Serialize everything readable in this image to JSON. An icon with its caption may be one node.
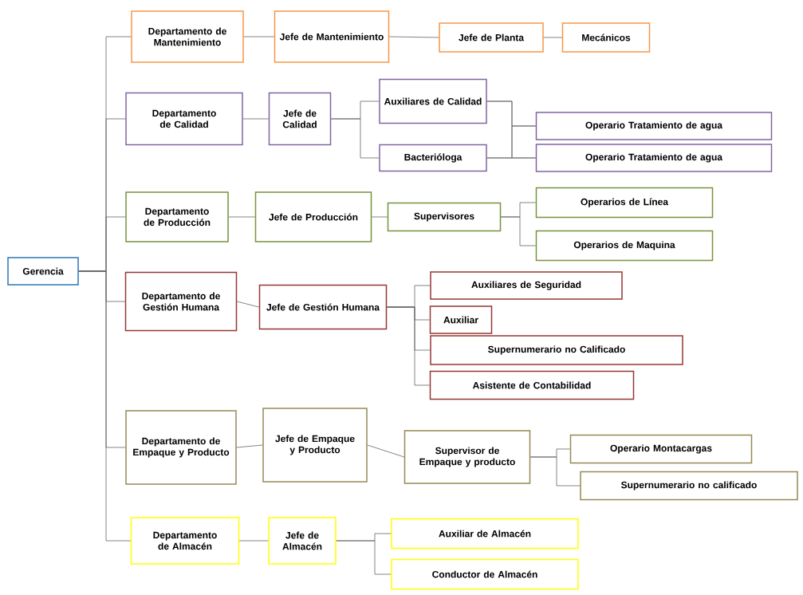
{
  "diagram": {
    "nodes": [
      {
        "text": [
          "Gerencia"
        ]
      },
      {
        "text": [
          "Departamento de Mantenimiento"
        ]
      },
      {
        "text": [
          "Jefe de Mantenimiento"
        ]
      },
      {
        "text": [
          "Jefe de Planta"
        ]
      },
      {
        "text": [
          "Mecánicos"
        ]
      },
      {
        "text": [
          "Departamento de Calidad"
        ]
      },
      {
        "text": [
          "Jefe de Calidad"
        ]
      },
      {
        "text": [
          "Auxiliares de Calidad"
        ]
      },
      {
        "text": [
          "Bacterióloga"
        ]
      },
      {
        "text": [
          "Operario Tratamiento de agua"
        ]
      },
      {
        "text": [
          "Operario Tratamiento de agua"
        ]
      },
      {
        "text": [
          "Departamento de Producción"
        ]
      },
      {
        "text": [
          "Jefe de Producción"
        ]
      },
      {
        "text": [
          "Supervisores"
        ]
      },
      {
        "text": [
          "Operarios de Línea"
        ]
      },
      {
        "text": [
          "Operarios de Maquina"
        ]
      },
      {
        "text": [
          "Departamento de Gestión Humana"
        ]
      },
      {
        "text": [
          "Jefe de Gestión Humana"
        ]
      },
      {
        "text": [
          "Auxiliares de Seguridad"
        ]
      },
      {
        "text": [
          "Auxiliar"
        ]
      },
      {
        "text": [
          "Supernumerario no Calificado"
        ]
      },
      {
        "text": [
          "Asistente de Contabilidad"
        ]
      },
      {
        "text": [
          "Departamento de Empaque y Producto"
        ]
      },
      {
        "text": [
          "Jefe de Empaque y Producto"
        ]
      },
      {
        "text": [
          "Supervisor de Empaque y producto"
        ]
      },
      {
        "text": [
          "Operario Montacargas"
        ]
      },
      {
        "text": [
          "Supernumerario no calificado"
        ]
      },
      {
        "text": [
          "Departamento de Almacén"
        ]
      },
      {
        "text": [
          "Jefe de Almacén"
        ]
      },
      {
        "text": [
          "Auxiliar de Almacén"
        ]
      },
      {
        "text": [
          "Conductor de Almacén"
        ]
      }
    ],
    "edges": [
      {
        "from": 0,
        "to": 1,
        "arrow": "none"
      },
      {
        "from": 0,
        "to": 5,
        "arrow": "none"
      },
      {
        "from": 0,
        "to": 11,
        "arrow": "none"
      },
      {
        "from": 0,
        "to": 16,
        "arrow": "none"
      },
      {
        "from": 0,
        "to": 22,
        "arrow": "none"
      },
      {
        "from": 0,
        "to": 27,
        "arrow": "none"
      },
      {
        "from": 1,
        "to": 2,
        "arrow": "none"
      },
      {
        "from": 2,
        "to": 3,
        "arrow": "none"
      },
      {
        "from": 3,
        "to": 4,
        "arrow": "none"
      },
      {
        "from": 5,
        "to": 6,
        "arrow": "none"
      },
      {
        "from": 6,
        "to": 7,
        "arrow": "none"
      },
      {
        "from": 6,
        "to": 8,
        "arrow": "none"
      },
      {
        "from": 7,
        "to": 9,
        "arrow": "none"
      },
      {
        "from": 7,
        "to": 10,
        "arrow": "none"
      },
      {
        "from": 8,
        "to": 9,
        "arrow": "none"
      },
      {
        "from": 8,
        "to": 10,
        "arrow": "none"
      },
      {
        "from": 11,
        "to": 12,
        "arrow": "none"
      },
      {
        "from": 12,
        "to": 13,
        "arrow": "none"
      },
      {
        "from": 13,
        "to": 14,
        "arrow": "none"
      },
      {
        "from": 13,
        "to": 15,
        "arrow": "none"
      },
      {
        "from": 16,
        "to": 17,
        "arrow": "none"
      },
      {
        "from": 17,
        "to": 18,
        "arrow": "none"
      },
      {
        "from": 17,
        "to": 19,
        "arrow": "none"
      },
      {
        "from": 17,
        "to": 20,
        "arrow": "none"
      },
      {
        "from": 17,
        "to": 21,
        "arrow": "none"
      },
      {
        "from": 22,
        "to": 23,
        "arrow": "none"
      },
      {
        "from": 23,
        "to": 24,
        "arrow": "none"
      },
      {
        "from": 24,
        "to": 25,
        "arrow": "none"
      },
      {
        "from": 24,
        "to": 26,
        "arrow": "none"
      },
      {
        "from": 27,
        "to": 28,
        "arrow": "none"
      },
      {
        "from": 28,
        "to": 29,
        "arrow": "none"
      },
      {
        "from": 28,
        "to": 30,
        "arrow": "none"
      }
    ]
  }
}
